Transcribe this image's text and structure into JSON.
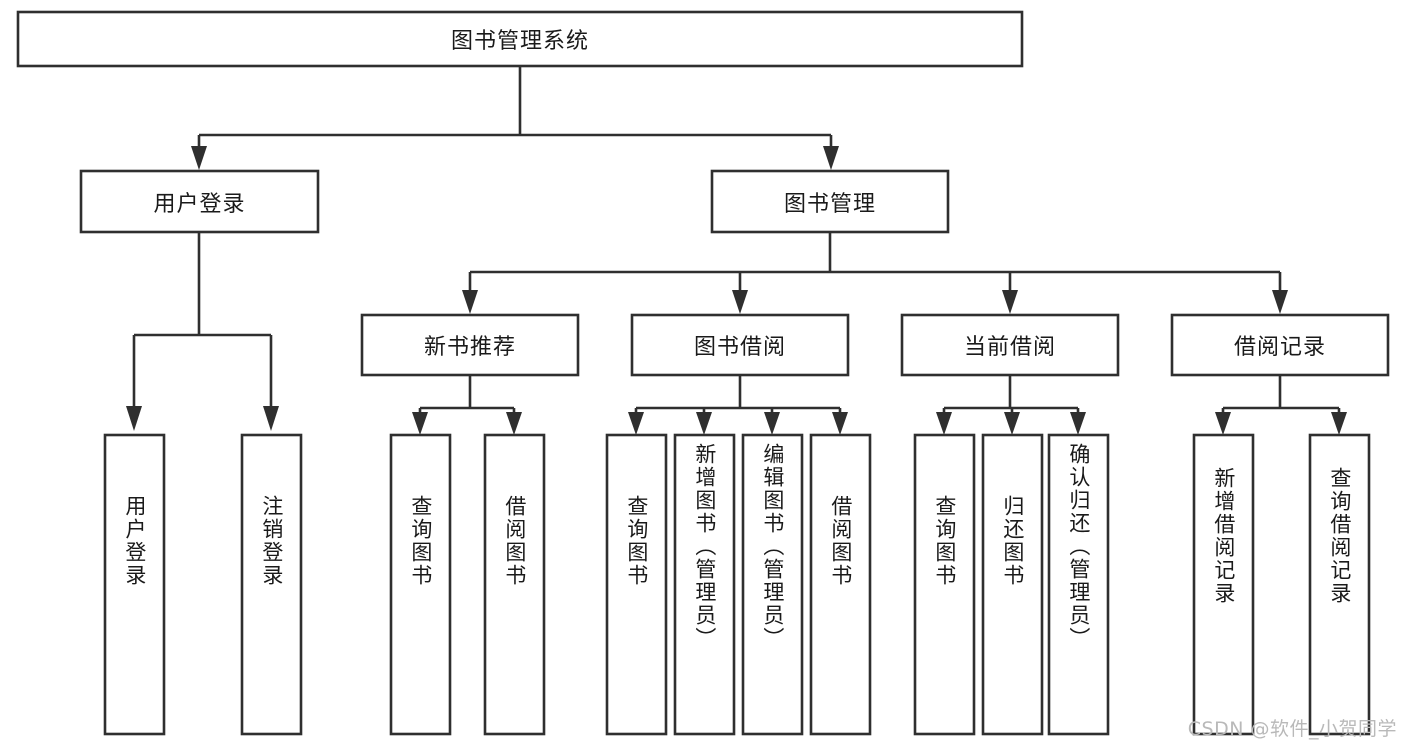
{
  "diagram": {
    "type": "tree-hierarchy",
    "title": "图书管理系统",
    "watermark": "CSDN @软件_小贺同学",
    "colors": {
      "background": "#ffffff",
      "box_fill": "#ffffff",
      "stroke": "#2f2f2f",
      "text": "#1a1a1a",
      "watermark": "#b9b9b9"
    },
    "levels": {
      "root": {
        "label": "图书管理系统"
      },
      "level2": [
        {
          "label": "用户登录"
        },
        {
          "label": "图书管理"
        }
      ],
      "level3": [
        {
          "label": "新书推荐"
        },
        {
          "label": "图书借阅"
        },
        {
          "label": "当前借阅"
        },
        {
          "label": "借阅记录"
        }
      ]
    },
    "nodes": {
      "root": "图书管理系统",
      "user_login": "用户登录",
      "book_manage": "图书管理",
      "new_book_rec": "新书推荐",
      "book_borrow": "图书借阅",
      "current_borrow": "当前借阅",
      "borrow_record": "借阅记录"
    },
    "leaves": {
      "user_login": [
        "用户登录",
        "注销登录"
      ],
      "new_book_rec": [
        "查询图书",
        "借阅图书"
      ],
      "book_borrow": [
        "查询图书",
        "新增图书（管理员）",
        "编辑图书（管理员）",
        "借阅图书"
      ],
      "current_borrow": [
        "查询图书",
        "归还图书",
        "确认归还（管理员）"
      ],
      "borrow_record": [
        "新增借阅记录",
        "查询借阅记录"
      ]
    }
  }
}
